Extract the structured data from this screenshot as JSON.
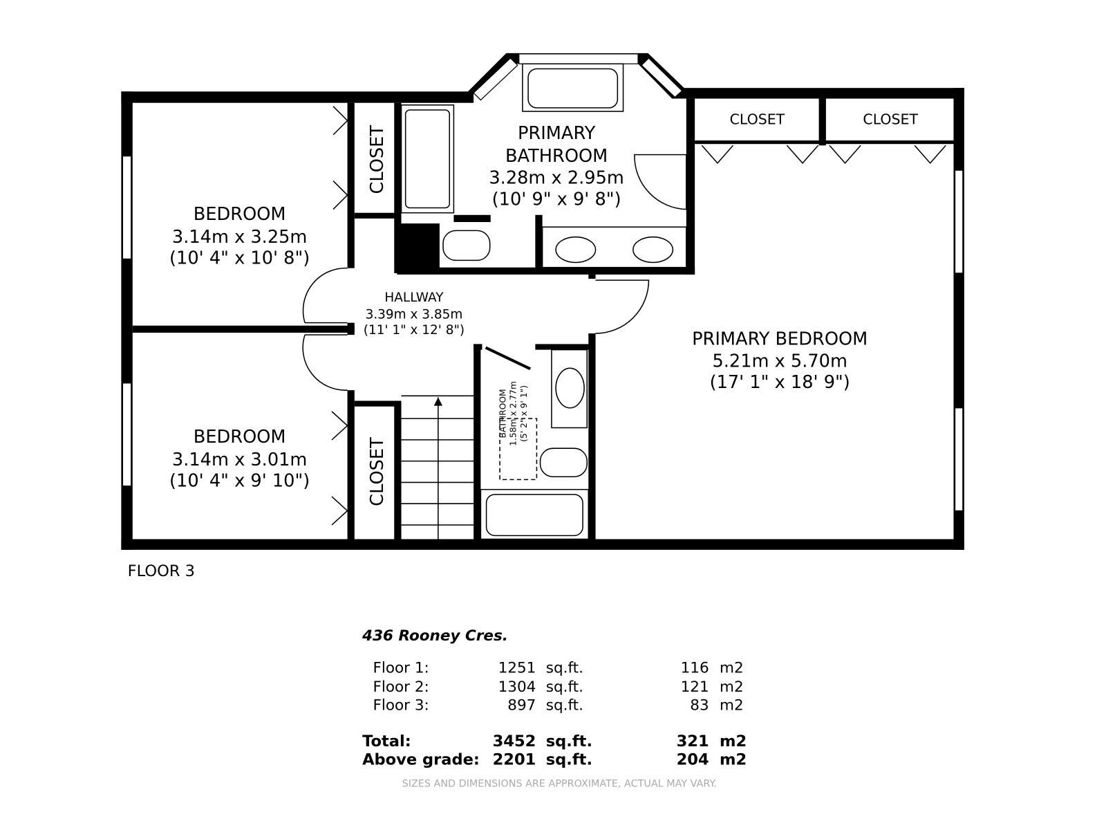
{
  "rooms": {
    "bedroom1": {
      "name": "BEDROOM",
      "metric": "3.14m x 3.25m",
      "imperial": "(10' 4\" x 10' 8\")"
    },
    "bedroom2": {
      "name": "BEDROOM",
      "metric": "3.14m x 3.01m",
      "imperial": "(10' 4\" x 9' 10\")"
    },
    "closet_left_upper": {
      "name": "CLOSET"
    },
    "closet_left_lower": {
      "name": "CLOSET"
    },
    "primary_bathroom": {
      "name_line1": "PRIMARY",
      "name_line2": "BATHROOM",
      "metric": "3.28m x 2.95m",
      "imperial": "(10' 9\" x 9' 8\")"
    },
    "closet_right_1": {
      "name": "CLOSET"
    },
    "closet_right_2": {
      "name": "CLOSET"
    },
    "hallway": {
      "name": "HALLWAY",
      "metric": "3.39m x 3.85m",
      "imperial": "(11' 1\" x 12' 8\")"
    },
    "bathroom": {
      "name": "BATHROOM",
      "metric": "1.58m x 2.77m",
      "imperial": "(5' 2\" x 9' 1\")"
    },
    "primary_bedroom": {
      "name": "PRIMARY BEDROOM",
      "metric": "5.21m x 5.70m",
      "imperial": "(17' 1\" x 18' 9\")"
    }
  },
  "floor_label": "FLOOR 3",
  "summary": {
    "address": "436 Rooney Cres.",
    "rows": [
      {
        "label": "Floor 1:",
        "sqft": "1251",
        "sqft_unit": "sq.ft.",
        "m2": "116",
        "m2_unit": "m2"
      },
      {
        "label": "Floor 2:",
        "sqft": "1304",
        "sqft_unit": "sq.ft.",
        "m2": "121",
        "m2_unit": "m2"
      },
      {
        "label": "Floor 3:",
        "sqft": "897",
        "sqft_unit": "sq.ft.",
        "m2": "83",
        "m2_unit": "m2"
      }
    ],
    "totals": [
      {
        "label": "Total:",
        "sqft": "3452",
        "sqft_unit": "sq.ft.",
        "m2": "321",
        "m2_unit": "m2"
      },
      {
        "label": "Above grade:",
        "sqft": "2201",
        "sqft_unit": "sq.ft.",
        "m2": "204",
        "m2_unit": "m2"
      }
    ],
    "disclaimer": "SIZES AND DIMENSIONS ARE APPROXIMATE, ACTUAL MAY VARY."
  }
}
